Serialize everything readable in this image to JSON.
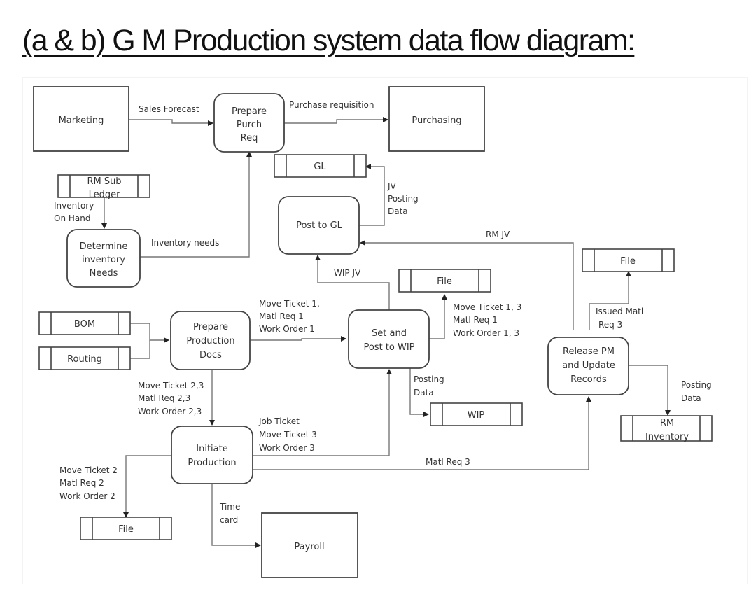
{
  "title": "(a & b) G M Production system data flow diagram:",
  "entities": {
    "marketing": "Marketing",
    "purchasing": "Purchasing",
    "payroll": "Payroll"
  },
  "processes": {
    "prepare_purch_req": [
      "Prepare",
      "Purch",
      "Req"
    ],
    "determine_inventory_needs": [
      "Determine",
      "inventory",
      "Needs"
    ],
    "post_to_gl": [
      "Post to GL"
    ],
    "prepare_production_docs": [
      "Prepare",
      "Production",
      "Docs"
    ],
    "set_and_post_to_wip": [
      "Set and",
      "Post to WIP"
    ],
    "initiate_production": [
      "Initiate",
      "Production"
    ],
    "release_pm": [
      "Release PM",
      "and Update",
      "Records"
    ]
  },
  "stores": {
    "gl": [
      "GL"
    ],
    "rm_sub_ledger": [
      "RM Sub",
      "Ledger"
    ],
    "bom": [
      "BOM"
    ],
    "routing": [
      "Routing"
    ],
    "file_wip": [
      "File"
    ],
    "wip": [
      "WIP"
    ],
    "file_right": [
      "File"
    ],
    "rm_inventory": [
      "RM",
      "Inventory"
    ],
    "file_bottom": [
      "File"
    ]
  },
  "flows": {
    "sales_forecast": [
      "Sales Forecast"
    ],
    "purchase_requisition": [
      "Purchase requisition"
    ],
    "inventory_on_hand": [
      "Inventory",
      "On Hand"
    ],
    "inventory_needs": [
      "Inventory needs"
    ],
    "jv_posting_data": [
      "JV",
      "Posting",
      "Data"
    ],
    "rm_jv": [
      "RM  JV"
    ],
    "wip_jv": [
      "WIP JV"
    ],
    "to_set_wip": [
      "Move Ticket 1,",
      "Matl Req 1",
      "Work Order 1"
    ],
    "to_file_wip": [
      "Move Ticket 1, 3",
      "Matl Req 1",
      "Work Order 1,  3"
    ],
    "posting_data_wip": [
      "Posting",
      "Data"
    ],
    "to_initiate": [
      "Move Ticket 2,3",
      "Matl Req 2,3",
      "Work Order 2,3"
    ],
    "initiate_to_wip": [
      "Job Ticket",
      "Move Ticket 3",
      "Work Order 3"
    ],
    "matl_req_3": [
      "Matl Req 3"
    ],
    "to_file_bottom": [
      "Move Ticket 2",
      "Matl Req 2",
      "Work Order 2"
    ],
    "time_card": [
      "Time",
      "card"
    ],
    "issued_matl": [
      "Issued Matl",
      "Req 3"
    ],
    "posting_data_rm": [
      "Posting",
      "Data"
    ]
  }
}
